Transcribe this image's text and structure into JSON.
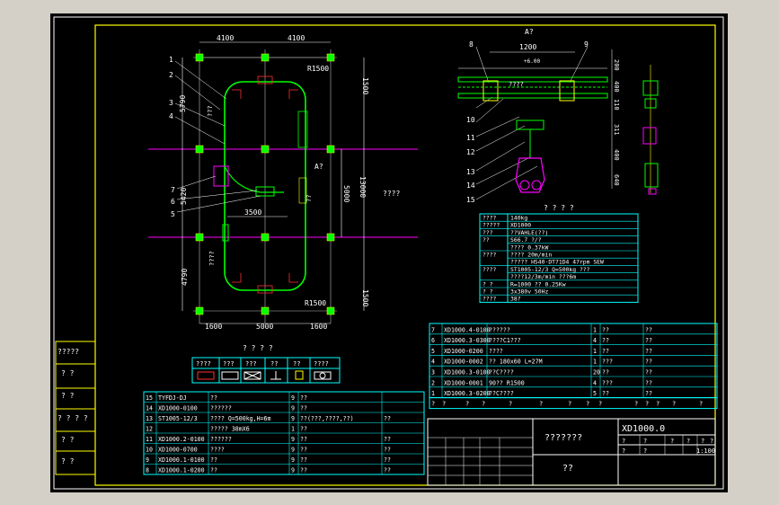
{
  "colors": {
    "background": "#000000",
    "frame": "#ffffff",
    "border": "#ffff00",
    "table": "#00ffff",
    "track": "#00ff00",
    "axis": "#ff00ff",
    "dim": "#ffffff",
    "marker": "#ffff00",
    "hoist": "#ff00ff"
  },
  "plan": {
    "dims_top": [
      "4100",
      "4100"
    ],
    "radius_top": "R1500",
    "radius_bottom": "R1500",
    "dims_left": [
      "5790",
      "5420",
      "4790"
    ],
    "dims_right": [
      "1500",
      "13000",
      "1500"
    ],
    "dim_inner_right": "5000",
    "dim_inner_left": "3500",
    "dims_bottom": [
      "1600",
      "5000",
      "1600"
    ],
    "section_mark": "A?",
    "callouts": [
      "1",
      "2",
      "3",
      "4",
      "7",
      "6",
      "5"
    ],
    "inner_labels": [
      "???",
      "??",
      "????"
    ],
    "side_label": "????"
  },
  "section": {
    "title": "A?",
    "dim_top": "1200",
    "level": "+6.00",
    "dims_right": [
      "200",
      "400",
      "110",
      "311",
      "400",
      "640"
    ],
    "callouts_top": [
      "8",
      "9"
    ],
    "callouts_left": [
      "10",
      "11",
      "12",
      "13",
      "14",
      "15"
    ],
    "beam_label": "????"
  },
  "legend_title": "? ? ? ?",
  "legend_labels": [
    "????",
    "???",
    "???",
    "??",
    "??",
    "????"
  ],
  "specs_title": "? ? ? ?",
  "specs": [
    [
      "????",
      "140kg"
    ],
    [
      "?????",
      "XD1000"
    ],
    [
      "???",
      "??VAHLE(??)"
    ],
    [
      "??",
      "S66.7 ?/?"
    ],
    [
      "",
      "????  0.37kW"
    ],
    [
      "????",
      "????  20m/min"
    ],
    [
      "",
      "?????  HS40-DT71D4 47rpm SEW"
    ],
    [
      "????",
      "ST1005-12/3  Q=500kg  ???"
    ],
    [
      "",
      "????12/3m/min ???6m"
    ],
    [
      "? ?",
      "R=1000  ??  0.25Kw"
    ],
    [
      "? ?",
      "3x380v 50Hz"
    ],
    [
      "????",
      "38?"
    ]
  ],
  "parts_right": [
    [
      "7",
      "XD1000.4-0100",
      "??????",
      "1",
      "??",
      "??"
    ],
    [
      "6",
      "XD1000.3-0300",
      "????C1???",
      "4",
      "??",
      "??"
    ],
    [
      "5",
      "XD1000-0200",
      "????",
      "1",
      "??",
      "??"
    ],
    [
      "4",
      "XD1000-0002",
      "?? 180x60  L=27M",
      "1",
      "???",
      "??"
    ],
    [
      "3",
      "XD1000.3-0100",
      "??C????",
      "20",
      "??",
      "??"
    ],
    [
      "2",
      "XD1000-0001",
      "90??  R1500",
      "4",
      "???",
      "??"
    ],
    [
      "1",
      "XD1000.3-0200",
      "??C????",
      "5",
      "??",
      "??"
    ]
  ],
  "parts_right_header": [
    "?",
    "?",
    "?",
    "?",
    "?",
    "?",
    "?",
    "?",
    "?",
    "?",
    "?",
    "?",
    "?",
    "?"
  ],
  "parts_left": [
    [
      "15",
      "TYFDJ-DJ",
      "??",
      "9",
      "??",
      ""
    ],
    [
      "14",
      "XD1000-0100",
      "??????",
      "9",
      "??",
      ""
    ],
    [
      "13",
      "ST1005-12/3",
      "???? Q=500kg,H=6m",
      "9",
      "??(???,????,??)",
      "??"
    ],
    [
      "12",
      "",
      "????? 38mX6",
      "1",
      "??",
      ""
    ],
    [
      "11",
      "XD1000.2-0100",
      "??????",
      "9",
      "??",
      "??"
    ],
    [
      "10",
      "XD1000-0700",
      "????",
      "9",
      "??",
      "??"
    ],
    [
      "9",
      "XD1000.1-0100",
      "??",
      "9",
      "??",
      "??"
    ],
    [
      "8",
      "XD1000.1-0200",
      "??",
      "9",
      "??",
      "??"
    ]
  ],
  "left_strip": [
    "?????",
    "?  ?",
    "?  ?",
    "? ? ? ?",
    "?  ?",
    "?  ?"
  ],
  "title_block": {
    "drawing_no": "XD1000.0",
    "name": "???????",
    "company": "??",
    "scale": "1:100",
    "row1": [
      "?",
      "?",
      "?",
      "?",
      "?",
      "?"
    ],
    "row2": [
      "?",
      "?"
    ]
  }
}
